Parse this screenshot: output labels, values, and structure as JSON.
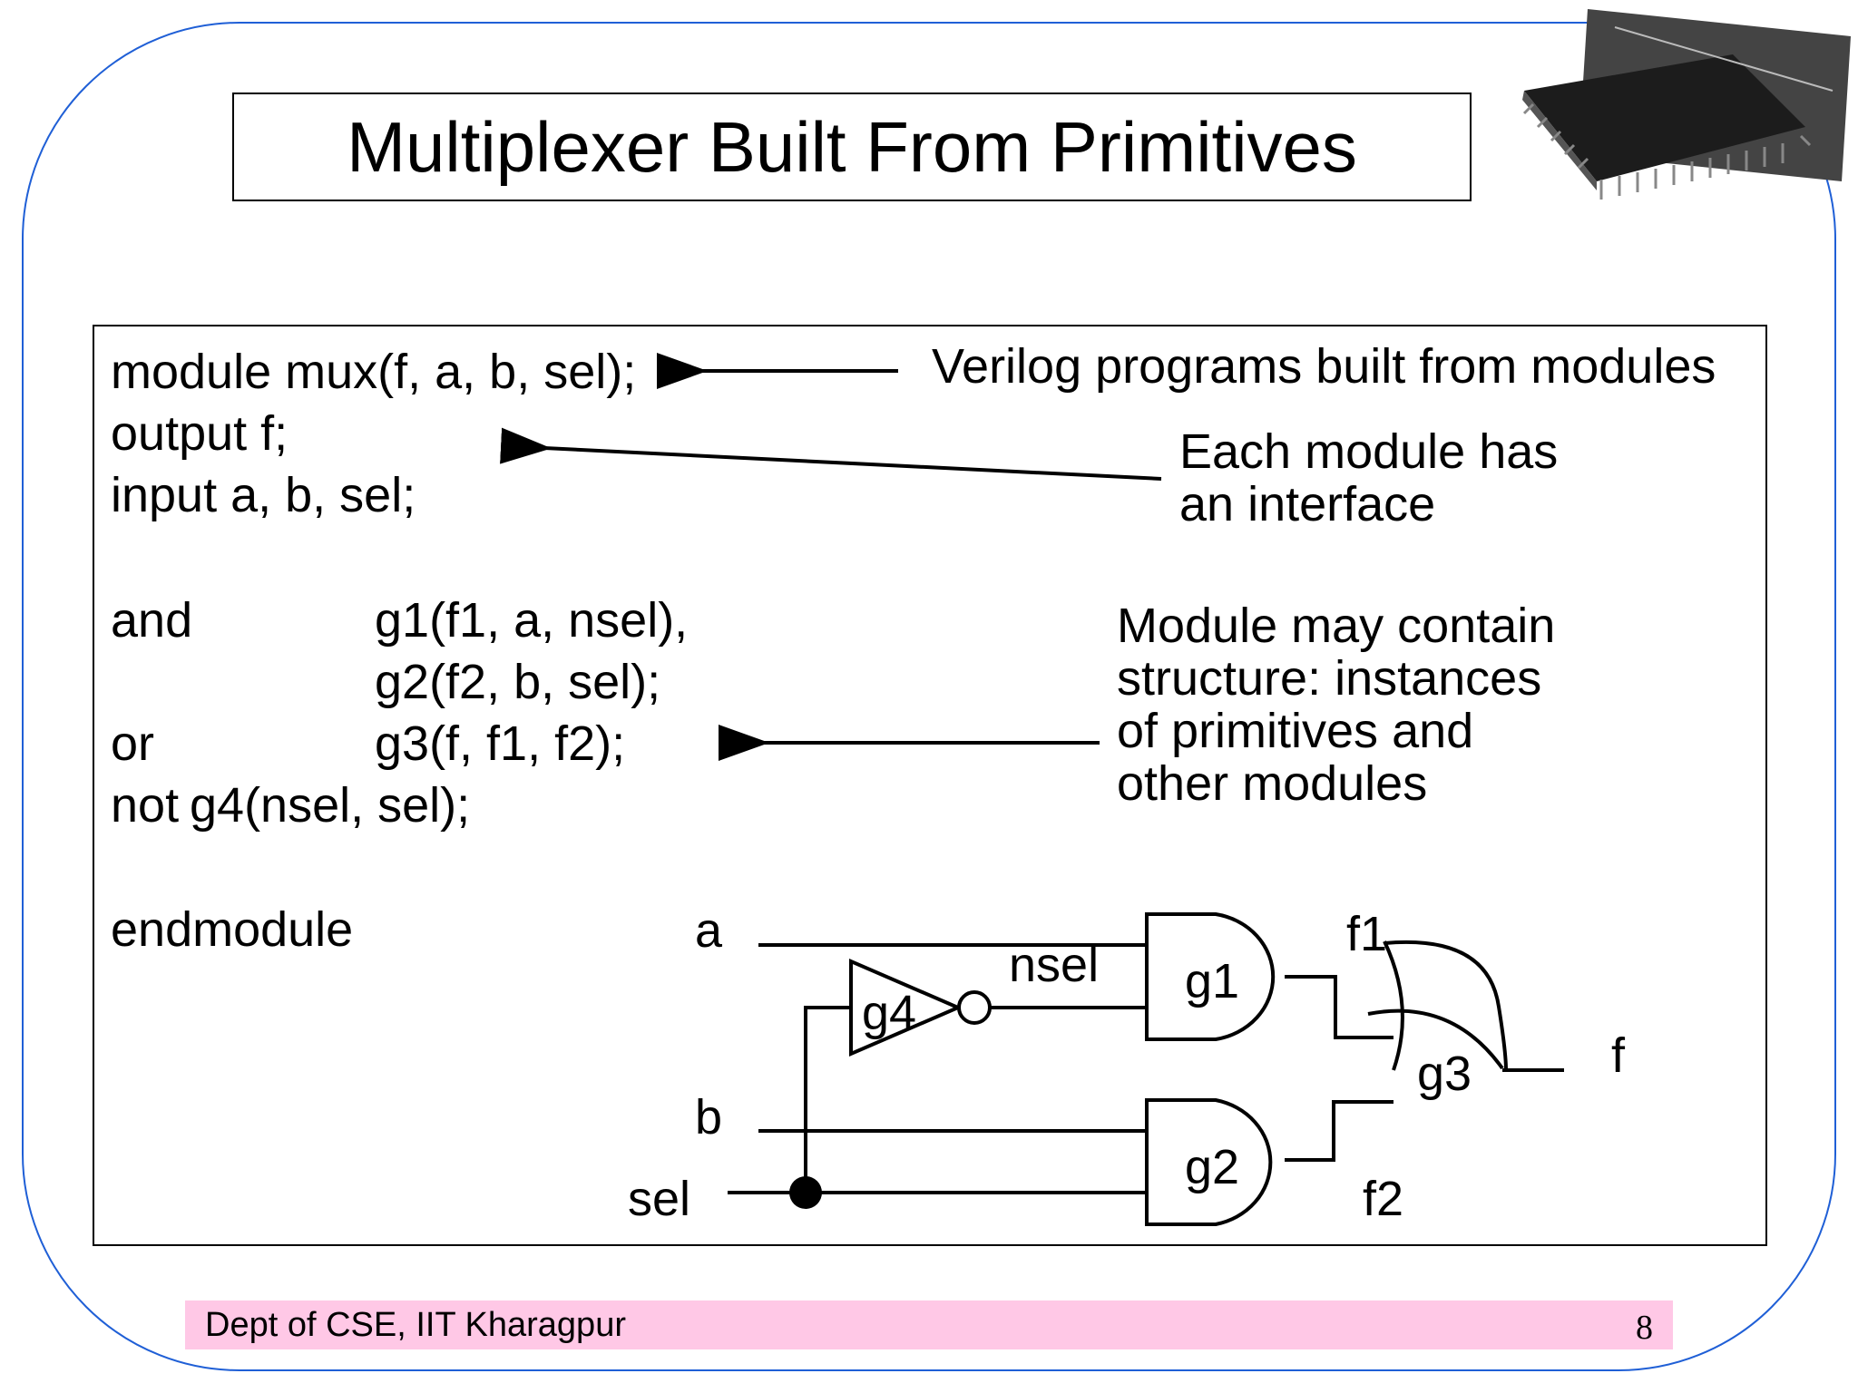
{
  "slide": {
    "title": "Multiplexer Built From Primitives",
    "page_number": "8"
  },
  "footer": {
    "org": "Dept of CSE, IIT Kharagpur"
  },
  "code": {
    "line1": "module mux(f, a, b, sel);",
    "line2": "output f;",
    "line3": "input a, b, sel;",
    "and_kw": "and",
    "and_g1": "g1(f1, a, nsel),",
    "and_g2": "g2(f2, b, sel);",
    "or_kw": "or",
    "or_g3": "g3(f, f1, f2);",
    "not_kw": "not",
    "not_g4": "g4(nsel, sel);",
    "end": "endmodule"
  },
  "notes": {
    "modules": "Verilog programs built from modules",
    "interface_line1": "Each module has",
    "interface_line2": "an interface",
    "structure_line1": "Module may contain",
    "structure_line2": "structure: instances",
    "structure_line3": "of primitives and",
    "structure_line4": "other modules"
  },
  "circuit": {
    "input_a": "a",
    "input_b": "b",
    "input_sel": "sel",
    "output_f": "f",
    "wire_nsel": "nsel",
    "wire_f1": "f1",
    "wire_f2": "f2",
    "gate_g1": "g1",
    "gate_g2": "g2",
    "gate_g3": "g3",
    "gate_g4": "g4"
  },
  "colors": {
    "frame": "#1f5fd6",
    "footer_bg": "#ffc8e6"
  }
}
